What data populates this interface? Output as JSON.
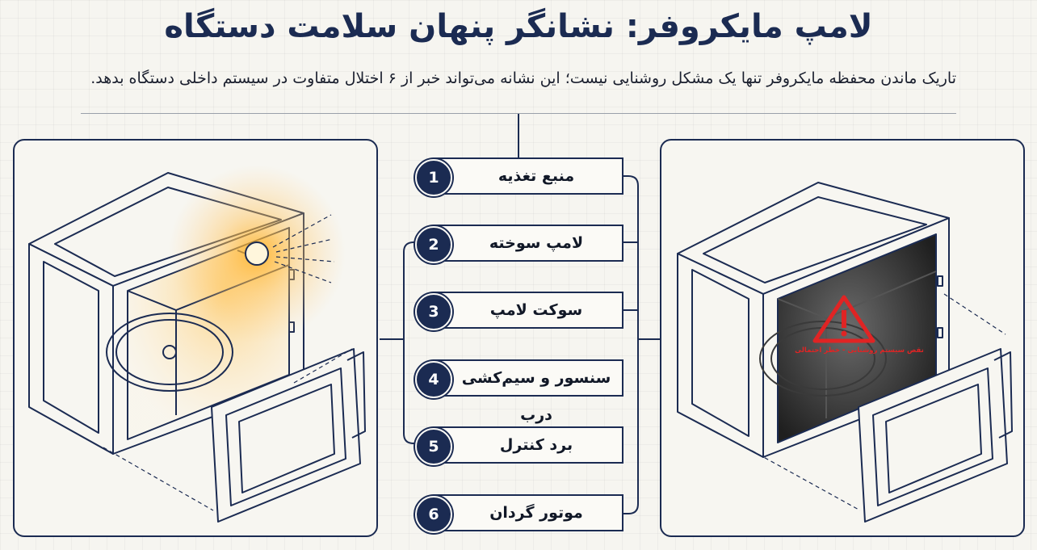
{
  "header": {
    "title": "لامپ مایکروفر: نشانگر پنهان سلامت دستگاه",
    "subtitle": "تاریک ماندن محفظه مایکروفر تنها یک مشکل روشنایی نیست؛ این نشانه می‌تواند خبر از ۶ اختلال متفاوت در سیستم داخلی دستگاه بدهد."
  },
  "steps": [
    {
      "number": "1",
      "label": "منبع تغذیه"
    },
    {
      "number": "2",
      "label": "لامپ سوخته"
    },
    {
      "number": "3",
      "label": "سوکت لامپ"
    },
    {
      "number": "4",
      "label": "سنسور و سیم‌کشی درب"
    },
    {
      "number": "5",
      "label": "برد کنترل"
    },
    {
      "number": "6",
      "label": "موتور گردان"
    }
  ],
  "right_panel": {
    "warning_text": "نقص سیستم روشنایی - خطر احتمالی",
    "warning_icon": "warning-triangle-icon"
  },
  "colors": {
    "navy": "#1b2b52",
    "glow": "#f7a21b",
    "alert": "#e02424"
  }
}
